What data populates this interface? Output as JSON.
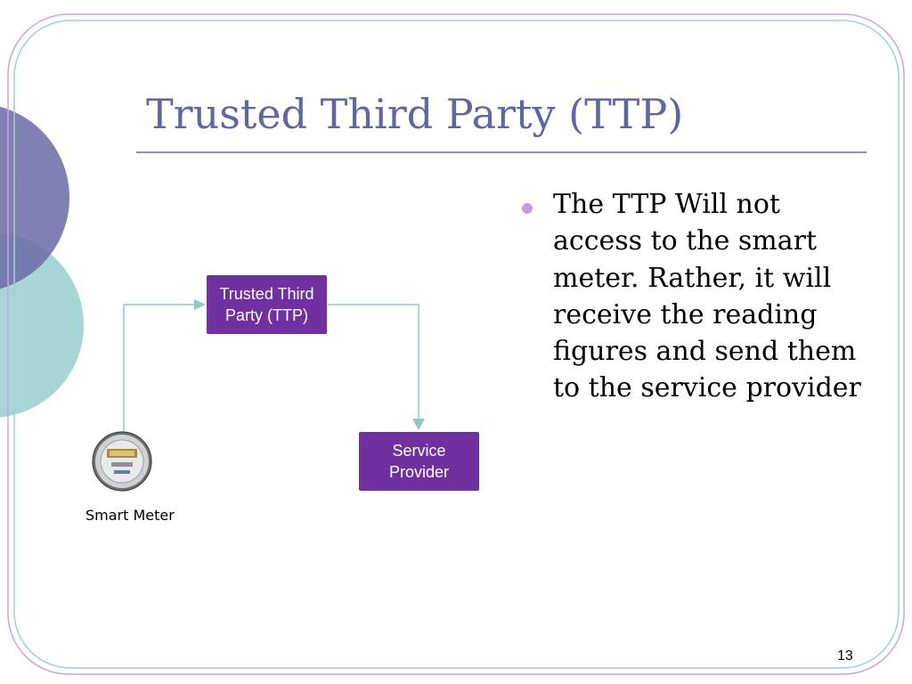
{
  "slide": {
    "title": "Trusted Third Party (TTP)",
    "bullet": "The TTP Will not access to the smart meter. Rather, it will receive the reading figures and send them to the service provider",
    "page_number": "13"
  },
  "diagram": {
    "nodes": [
      {
        "id": "ttp",
        "label": "Trusted Third Party (TTP)"
      },
      {
        "id": "service_provider",
        "label": "Service Provider"
      },
      {
        "id": "smart_meter",
        "label": "Smart Meter",
        "icon": "smart-meter-icon"
      }
    ],
    "edges": [
      {
        "from": "smart_meter",
        "to": "ttp"
      },
      {
        "from": "ttp",
        "to": "service_provider"
      }
    ]
  },
  "colors": {
    "title": "#6165a0",
    "box_fill": "#7030a0",
    "box_text": "#ffffff",
    "connector": "#93c6c6",
    "bullet": "#c59be3",
    "circle_purple": "#6e6ea8",
    "circle_teal": "#8fcaca",
    "frame_purple": "#c9a6dd",
    "frame_teal": "#a4d1d1",
    "rule": "#6b6b8f"
  }
}
